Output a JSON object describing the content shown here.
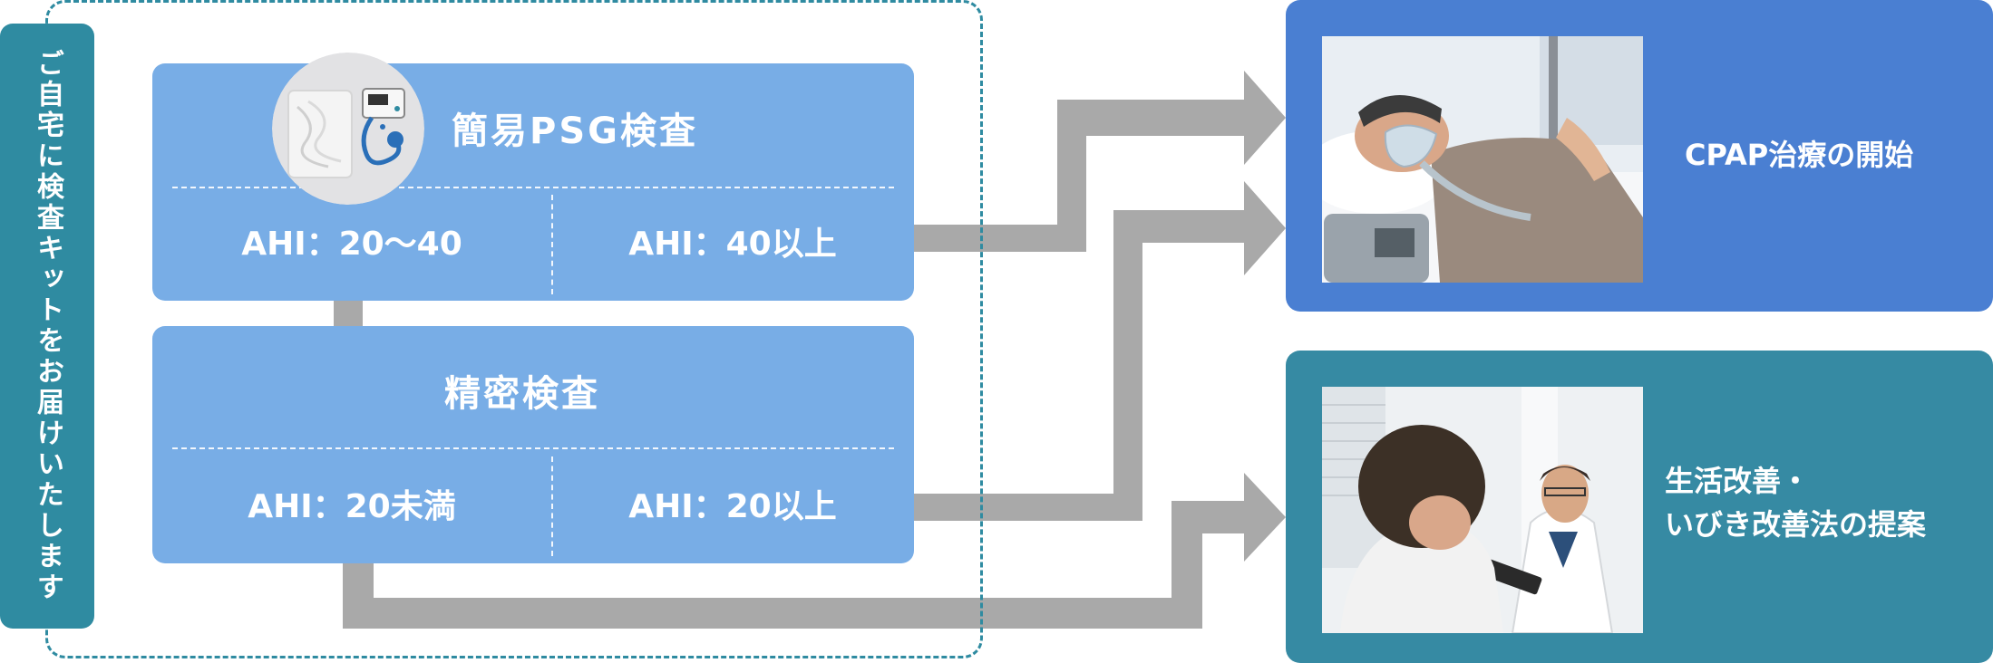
{
  "side_label": "ご自宅に検査キットをお届けいたします",
  "simple_test": {
    "title": "簡易PSG検査",
    "left_cell": "AHI：20〜40",
    "right_cell": "AHI：40以上"
  },
  "precise_test": {
    "title": "精密検査",
    "left_cell": "AHI：20未満",
    "right_cell": "AHI：20以上"
  },
  "outcome_cpap": {
    "label": "CPAP治療の開始"
  },
  "outcome_lifestyle": {
    "line1": "生活改善・",
    "line2": "いびき改善法の提案"
  },
  "colors": {
    "teal": "#2f8ba1",
    "light_blue": "#78ade6",
    "royal_blue": "#4a7fd2",
    "arrow_gray": "#a9a9a9"
  }
}
